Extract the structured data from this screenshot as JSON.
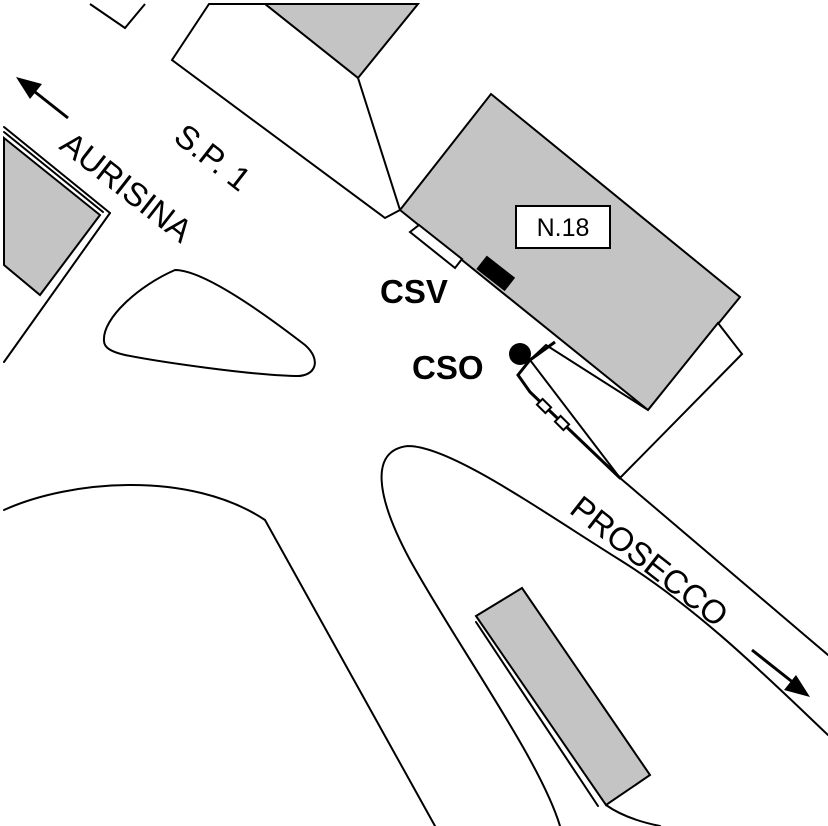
{
  "labels": {
    "road_sp1": "S.P. 1",
    "aurisina": "AURISINA",
    "prosecco": "PROSECCO",
    "house_number": "N.18",
    "csv": "CSV",
    "cso": "CSO"
  },
  "colors": {
    "building_fill": "#c4c4c4",
    "stroke": "#000000",
    "background": "#ffffff"
  },
  "icons": {
    "arrow_aurisina": "arrow-up-left",
    "arrow_prosecco": "arrow-down-right",
    "csv_marker": "filled-rectangle",
    "cso_marker": "filled-circle"
  }
}
